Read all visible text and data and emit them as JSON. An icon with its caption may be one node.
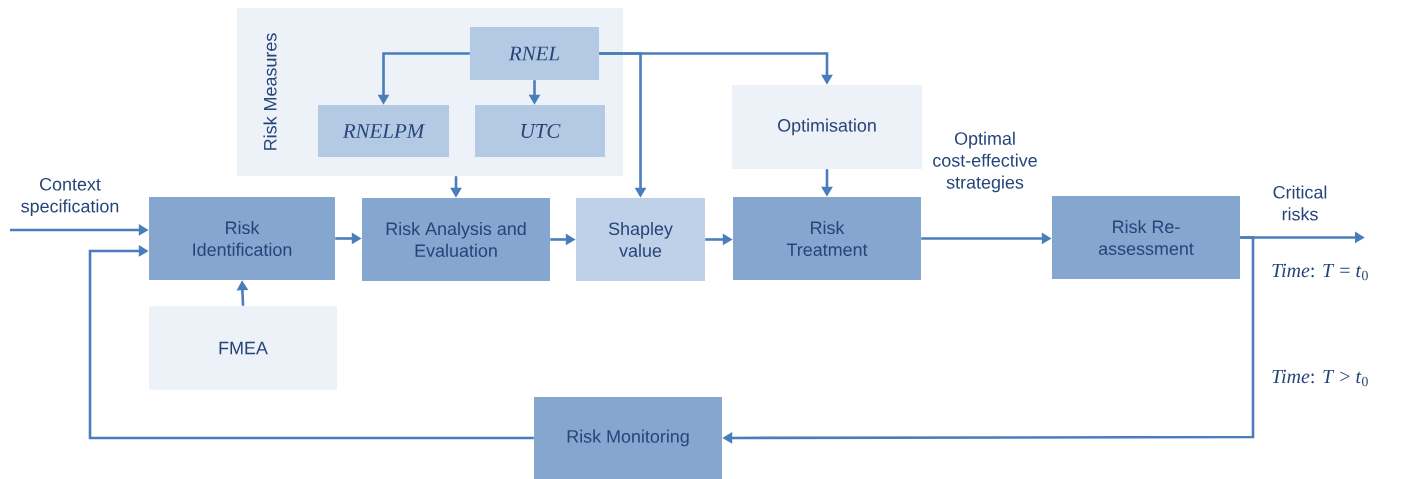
{
  "diagram": {
    "nodes": [
      {
        "text": [
          "Risk Measures"
        ]
      },
      {
        "text": [
          "RNEL"
        ],
        "in": 0
      },
      {
        "text": [
          "RNELPM"
        ],
        "in": 0
      },
      {
        "text": [
          "UTC"
        ],
        "in": 0
      },
      {
        "text": [
          "Optimisation"
        ]
      },
      {
        "text": [
          "Risk Identification"
        ]
      },
      {
        "text": [
          "Risk Analysis and Evaluation"
        ]
      },
      {
        "text": [
          "Shapley value"
        ]
      },
      {
        "text": [
          "Risk Treatment"
        ]
      },
      {
        "text": [
          "Risk Re-assessment"
        ]
      },
      {
        "text": [
          "FMEA"
        ]
      },
      {
        "text": [
          "Risk Monitoring"
        ]
      }
    ],
    "edges": [
      {
        "from": 1,
        "to": 2,
        "arrow": "to"
      },
      {
        "from": 1,
        "to": 3,
        "arrow": "to"
      },
      {
        "from": 1,
        "to": 7,
        "arrow": "to"
      },
      {
        "from": 1,
        "to": 4,
        "arrow": "to"
      },
      {
        "from": 0,
        "to": 6,
        "arrow": "to"
      },
      {
        "from": 4,
        "to": 8,
        "arrow": "to"
      },
      {
        "from": null,
        "to": 5,
        "arrow": "to",
        "label": "Context specification"
      },
      {
        "from": 11,
        "to": 5,
        "arrow": "to"
      },
      {
        "from": 5,
        "to": 6,
        "arrow": "to"
      },
      {
        "from": 6,
        "to": 7,
        "arrow": "to"
      },
      {
        "from": 7,
        "to": 8,
        "arrow": "to"
      },
      {
        "from": 8,
        "to": 9,
        "arrow": "to",
        "label": "Optimal cost-effective strategies"
      },
      {
        "from": 9,
        "to": null,
        "arrow": "to",
        "label": "Critical risks"
      },
      {
        "from": 9,
        "to": 11,
        "arrow": "to"
      },
      {
        "from": 10,
        "to": 5,
        "arrow": "to"
      }
    ],
    "labels": [
      "*Time*: *T* = *t*$_{0}$",
      "*Time*: *T* > *t*$_{0}$"
    ]
  }
}
